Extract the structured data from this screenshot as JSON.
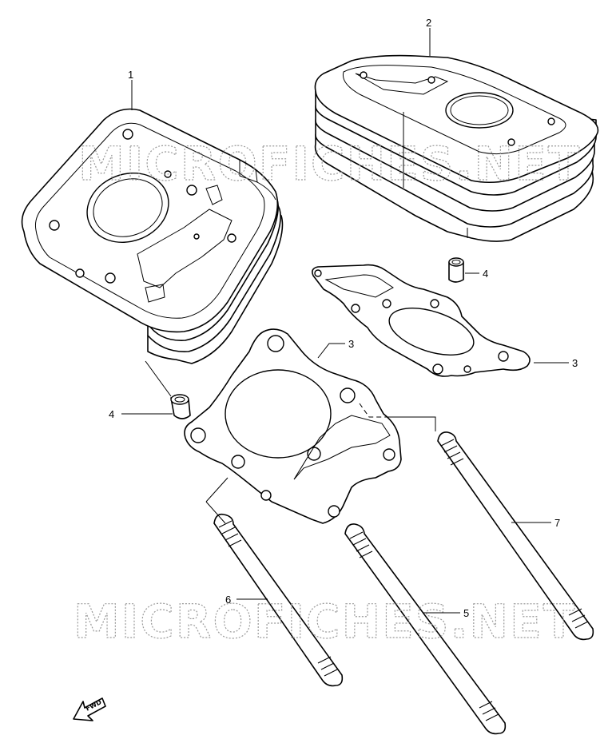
{
  "parts": [
    {
      "number": "1"
    },
    {
      "number": "2"
    },
    {
      "number": "3"
    },
    {
      "number": "3"
    },
    {
      "number": "4"
    },
    {
      "number": "4"
    },
    {
      "number": "5"
    },
    {
      "number": "6"
    },
    {
      "number": "7"
    }
  ],
  "watermark": {
    "text": "MICROFICHES.NET"
  },
  "fwd_marker": {
    "text": "FWD"
  }
}
